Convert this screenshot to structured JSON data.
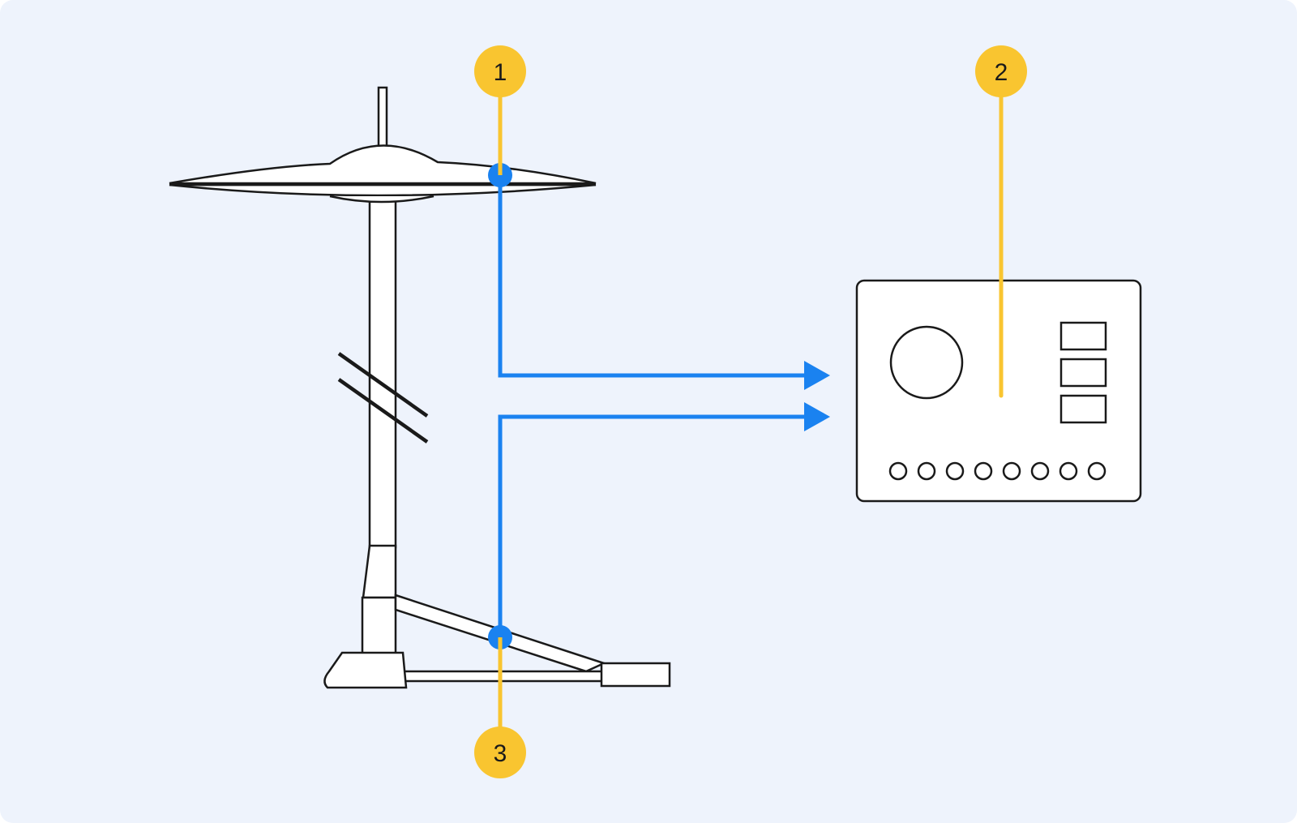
{
  "colors": {
    "background": "#EEF3FC",
    "stroke": "#1A1A1A",
    "fill": "#FFFFFF",
    "signal": "#1A82F0",
    "callout": "#F9C530",
    "callout_text": "#1A1A1A"
  },
  "diagram": {
    "hihat_stand": {
      "icon": "hihat-stand-with-cymbal"
    },
    "drum_module": {
      "icon": "drum-module"
    },
    "signals": [
      {
        "name": "cymbal-signal",
        "direction": "to-module"
      },
      {
        "name": "pedal-signal",
        "direction": "to-module"
      }
    ],
    "callouts": [
      {
        "label": "1"
      },
      {
        "label": "2"
      },
      {
        "label": "3"
      }
    ]
  }
}
